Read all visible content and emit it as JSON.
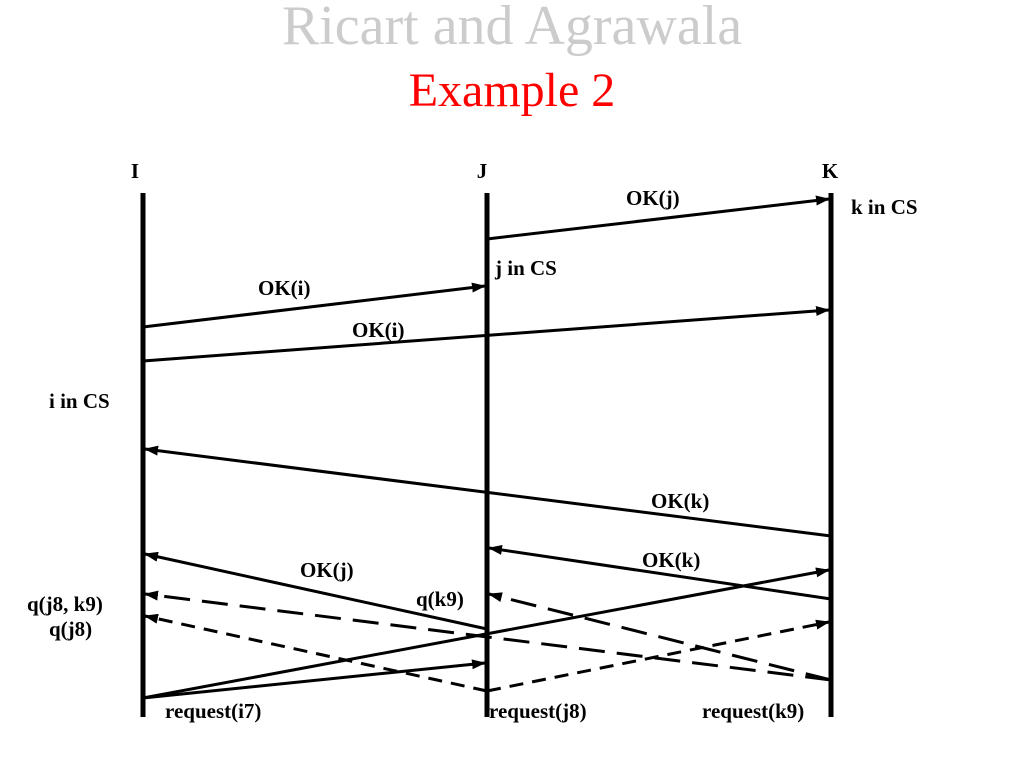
{
  "title": {
    "line1": "Ricart and Agrawala",
    "line2": "Example 2"
  },
  "colors": {
    "title_line1": "#cccccc",
    "title_line2": "#ff0000",
    "ink": "#000000"
  },
  "processes": [
    {
      "id": "i",
      "label": "I"
    },
    {
      "id": "j",
      "label": "J"
    },
    {
      "id": "k",
      "label": "K"
    }
  ],
  "messages": [
    {
      "id": "ok-j-to-k",
      "label": "OK(j)",
      "from": "j",
      "to": "k",
      "style": "solid"
    },
    {
      "id": "ok-i-to-j",
      "label": "OK(i)",
      "from": "i",
      "to": "j",
      "style": "solid"
    },
    {
      "id": "ok-i-to-k",
      "label": "OK(i)",
      "from": "i",
      "to": "k",
      "style": "solid"
    },
    {
      "id": "ok-k-to-i",
      "label": "OK(k)",
      "from": "k",
      "to": "i",
      "style": "solid"
    },
    {
      "id": "ok-k-to-j",
      "label": "OK(k)",
      "from": "k",
      "to": "j",
      "style": "solid"
    },
    {
      "id": "ok-j-to-i",
      "label": "OK(j)",
      "from": "j",
      "to": "i",
      "style": "solid"
    },
    {
      "id": "request-i7-to-k",
      "label": "",
      "from": "i",
      "to": "k",
      "style": "solid"
    },
    {
      "id": "request-i7-to-j",
      "label": "",
      "from": "i",
      "to": "j",
      "style": "solid"
    },
    {
      "id": "request-k9-to-i",
      "label": "",
      "from": "k",
      "to": "i",
      "style": "dashed-long"
    },
    {
      "id": "request-k9-to-j",
      "label": "",
      "from": "k",
      "to": "j",
      "style": "dashed-long"
    },
    {
      "id": "request-j8-to-i",
      "label": "",
      "from": "j",
      "to": "i",
      "style": "dashed"
    },
    {
      "id": "request-j8-to-k",
      "label": "",
      "from": "j",
      "to": "k",
      "style": "dashed"
    }
  ],
  "annotations": {
    "k_in_cs": "k in CS",
    "j_in_cs": "j in CS",
    "i_in_cs": "i in CS",
    "queue_i_1": "q(j8, k9)",
    "queue_i_2": "q(j8)",
    "queue_j": "q(k9)",
    "request_i": "request(i7)",
    "request_j": "request(j8)",
    "request_k": "request(k9)"
  }
}
